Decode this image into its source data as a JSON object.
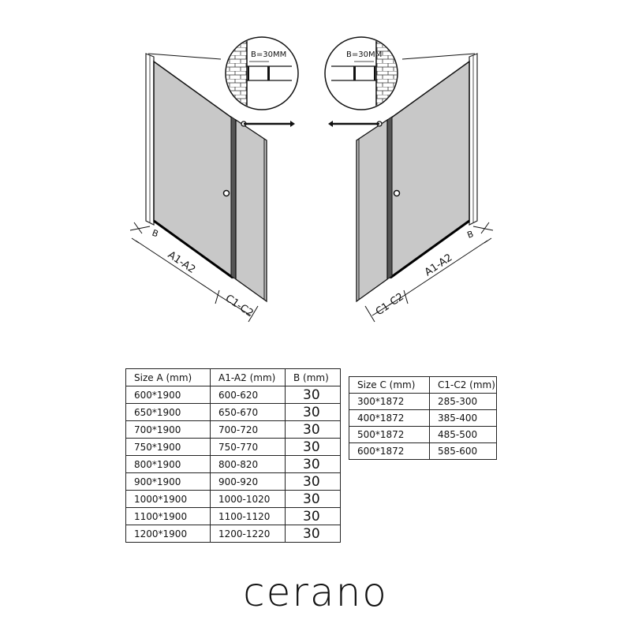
{
  "diagram": {
    "detail_label": "B=30MM",
    "b_label": "B",
    "a_label": "A1-A2",
    "c_label": "C1-C2"
  },
  "table_a": {
    "headers": [
      "Size A (mm)",
      "A1-A2  (mm)",
      "B (mm)"
    ],
    "rows": [
      [
        "600*1900",
        "600-620",
        "30"
      ],
      [
        "650*1900",
        "650-670",
        "30"
      ],
      [
        "700*1900",
        "700-720",
        "30"
      ],
      [
        "750*1900",
        "750-770",
        "30"
      ],
      [
        "800*1900",
        "800-820",
        "30"
      ],
      [
        "900*1900",
        "900-920",
        "30"
      ],
      [
        "1000*1900",
        "1000-1020",
        "30"
      ],
      [
        "1100*1900",
        "1100-1120",
        "30"
      ],
      [
        "1200*1900",
        "1200-1220",
        "30"
      ]
    ]
  },
  "table_c": {
    "headers": [
      "Size C  (mm)",
      "C1-C2 (mm)"
    ],
    "rows": [
      [
        "300*1872",
        "285-300"
      ],
      [
        "400*1872",
        "385-400"
      ],
      [
        "500*1872",
        "485-500"
      ],
      [
        "600*1872",
        "585-600"
      ]
    ]
  },
  "brand": "cerano"
}
